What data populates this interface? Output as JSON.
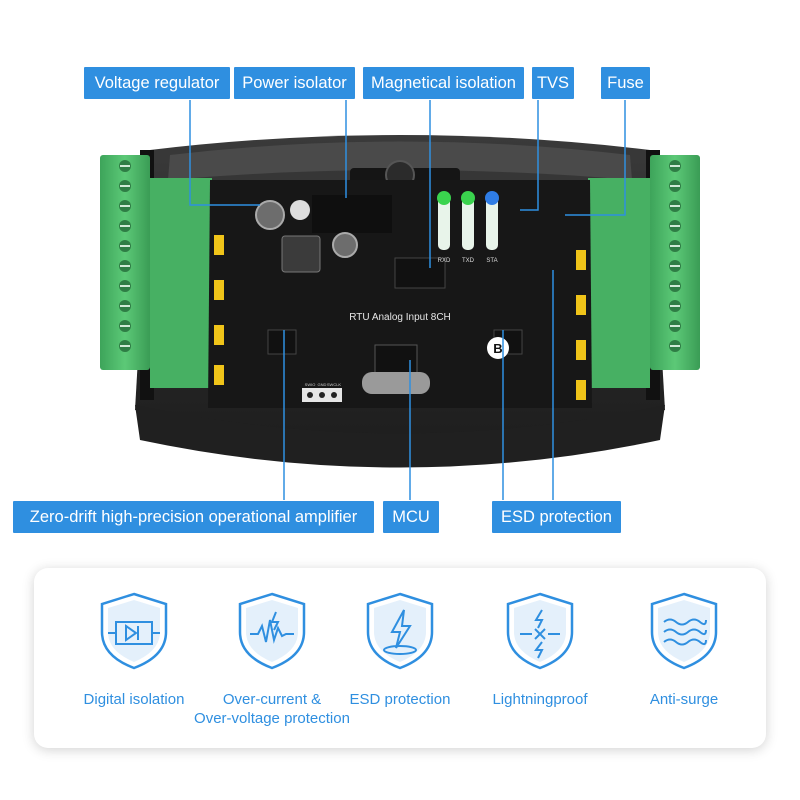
{
  "callouts": {
    "voltage_regulator": "Voltage regulator",
    "power_isolator": "Power isolator",
    "magnetical_isolation": "Magnetical isolation",
    "tvs": "TVS",
    "fuse": "Fuse",
    "amplifier": "Zero-drift high-precision operational amplifier",
    "mcu": "MCU",
    "esd_protection": "ESD protection"
  },
  "board": {
    "model_text": "RTU Analog Input 8CH",
    "led_labels": [
      "RXD",
      "TXD",
      "STA"
    ],
    "header_labels": [
      "SWIO",
      "GND",
      "SWCLK"
    ],
    "badge": "B"
  },
  "features": [
    {
      "label": "Digital isolation",
      "icon": "digital-isolation-shield-icon"
    },
    {
      "label": "Over-current &",
      "label2": "Over-voltage protection",
      "icon": "overcurrent-shield-icon"
    },
    {
      "label": "ESD protection",
      "icon": "esd-shield-icon"
    },
    {
      "label": "Lightningproof",
      "icon": "lightning-shield-icon"
    },
    {
      "label": "Anti-surge",
      "icon": "surge-shield-icon"
    }
  ],
  "colors": {
    "accent": "#2f8fe0",
    "terminal_green": "#4cb86a",
    "pcb": "#1b1b1b",
    "enclosure": "#2a2a2a"
  }
}
